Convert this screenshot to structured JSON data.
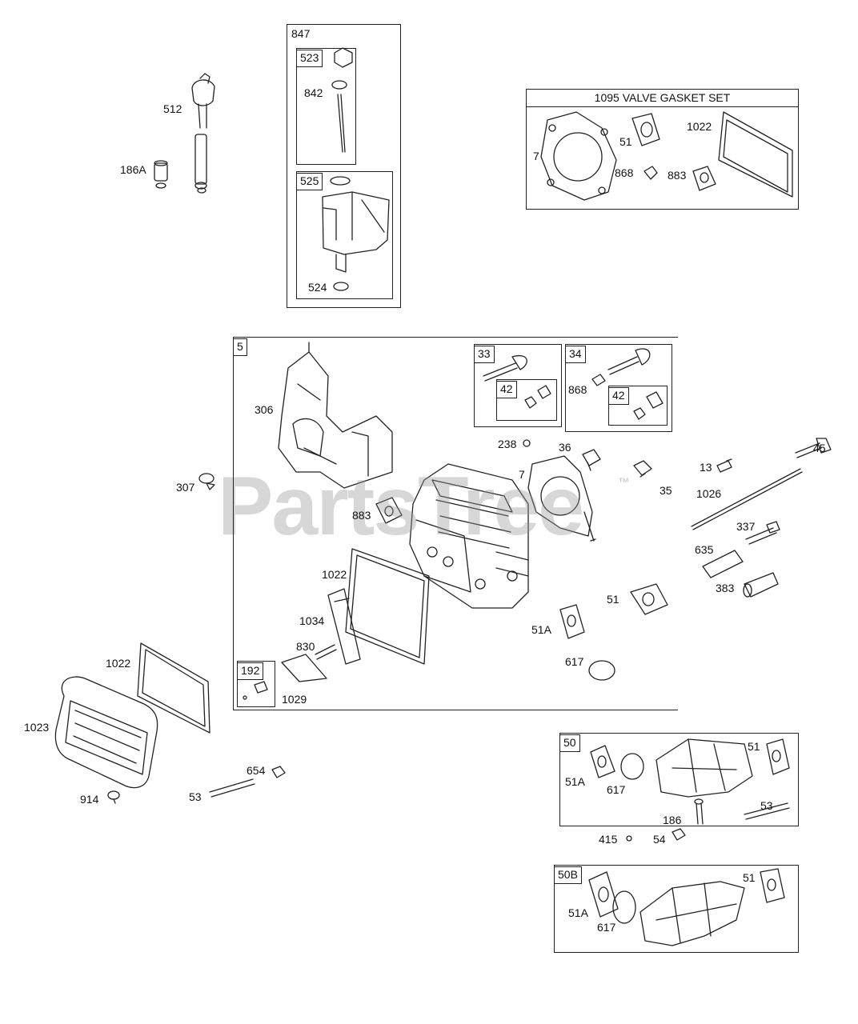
{
  "watermark": {
    "text": "PartsTree",
    "trademark": "™"
  },
  "boxes": {
    "box847": {
      "tag": "847",
      "sub523": "523",
      "sub525": "525"
    },
    "valve_gasket_set": {
      "title": "1095 VALVE GASKET SET"
    },
    "box5": {
      "tag": "5",
      "sub33": "33",
      "sub33_42": "42",
      "sub34": "34",
      "sub34_42": "42",
      "sub192": "192"
    },
    "box50": {
      "tag": "50"
    },
    "box50B": {
      "tag": "50B"
    }
  },
  "labels": {
    "p512": "512",
    "p186A": "186A",
    "p842": "842",
    "p524": "524",
    "g7": "7",
    "g51": "51",
    "g1022": "1022",
    "g868": "868",
    "g883": "883",
    "p306": "306",
    "p307": "307",
    "p883": "883",
    "p238": "238",
    "p36": "36",
    "p7": "7",
    "p35": "35",
    "p868": "868",
    "p13": "13",
    "p45": "45",
    "p1026": "1026",
    "p337": "337",
    "p635": "635",
    "p383": "383",
    "p1022": "1022",
    "p1034": "1034",
    "p830": "830",
    "p1029": "1029",
    "p51": "51",
    "p51A": "51A",
    "p617": "617",
    "c1022": "1022",
    "c1023": "1023",
    "c914": "914",
    "c53": "53",
    "c654": "654",
    "m51A": "51A",
    "m617": "617",
    "m51": "51",
    "m53": "53",
    "m186": "186",
    "m415": "415",
    "m54": "54",
    "b51A": "51A",
    "b617": "617",
    "b51": "51"
  },
  "colors": {
    "ink": "#222222",
    "watermark": "#9a9a9a"
  }
}
